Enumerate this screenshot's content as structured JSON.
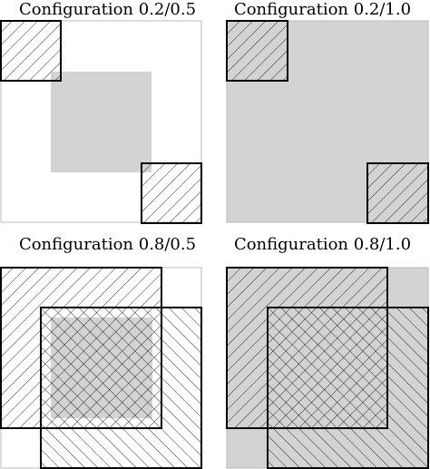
{
  "panels": [
    {
      "title": "Configuration 0.2/0.5",
      "overlap": 0.2,
      "fill": 0.5
    },
    {
      "title": "Configuration 0.2/1.0",
      "overlap": 0.2,
      "fill": 1.0
    },
    {
      "title": "Configuration 0.8/0.5",
      "overlap": 0.8,
      "fill": 0.5
    },
    {
      "title": "Configuration 0.8/1.0",
      "overlap": 0.8,
      "fill": 1.0
    }
  ],
  "colors": {
    "shaded_region": "#d3d3d3",
    "frame_border": "#bbbbbb",
    "box_border": "#000000",
    "hatch": "#000000"
  }
}
